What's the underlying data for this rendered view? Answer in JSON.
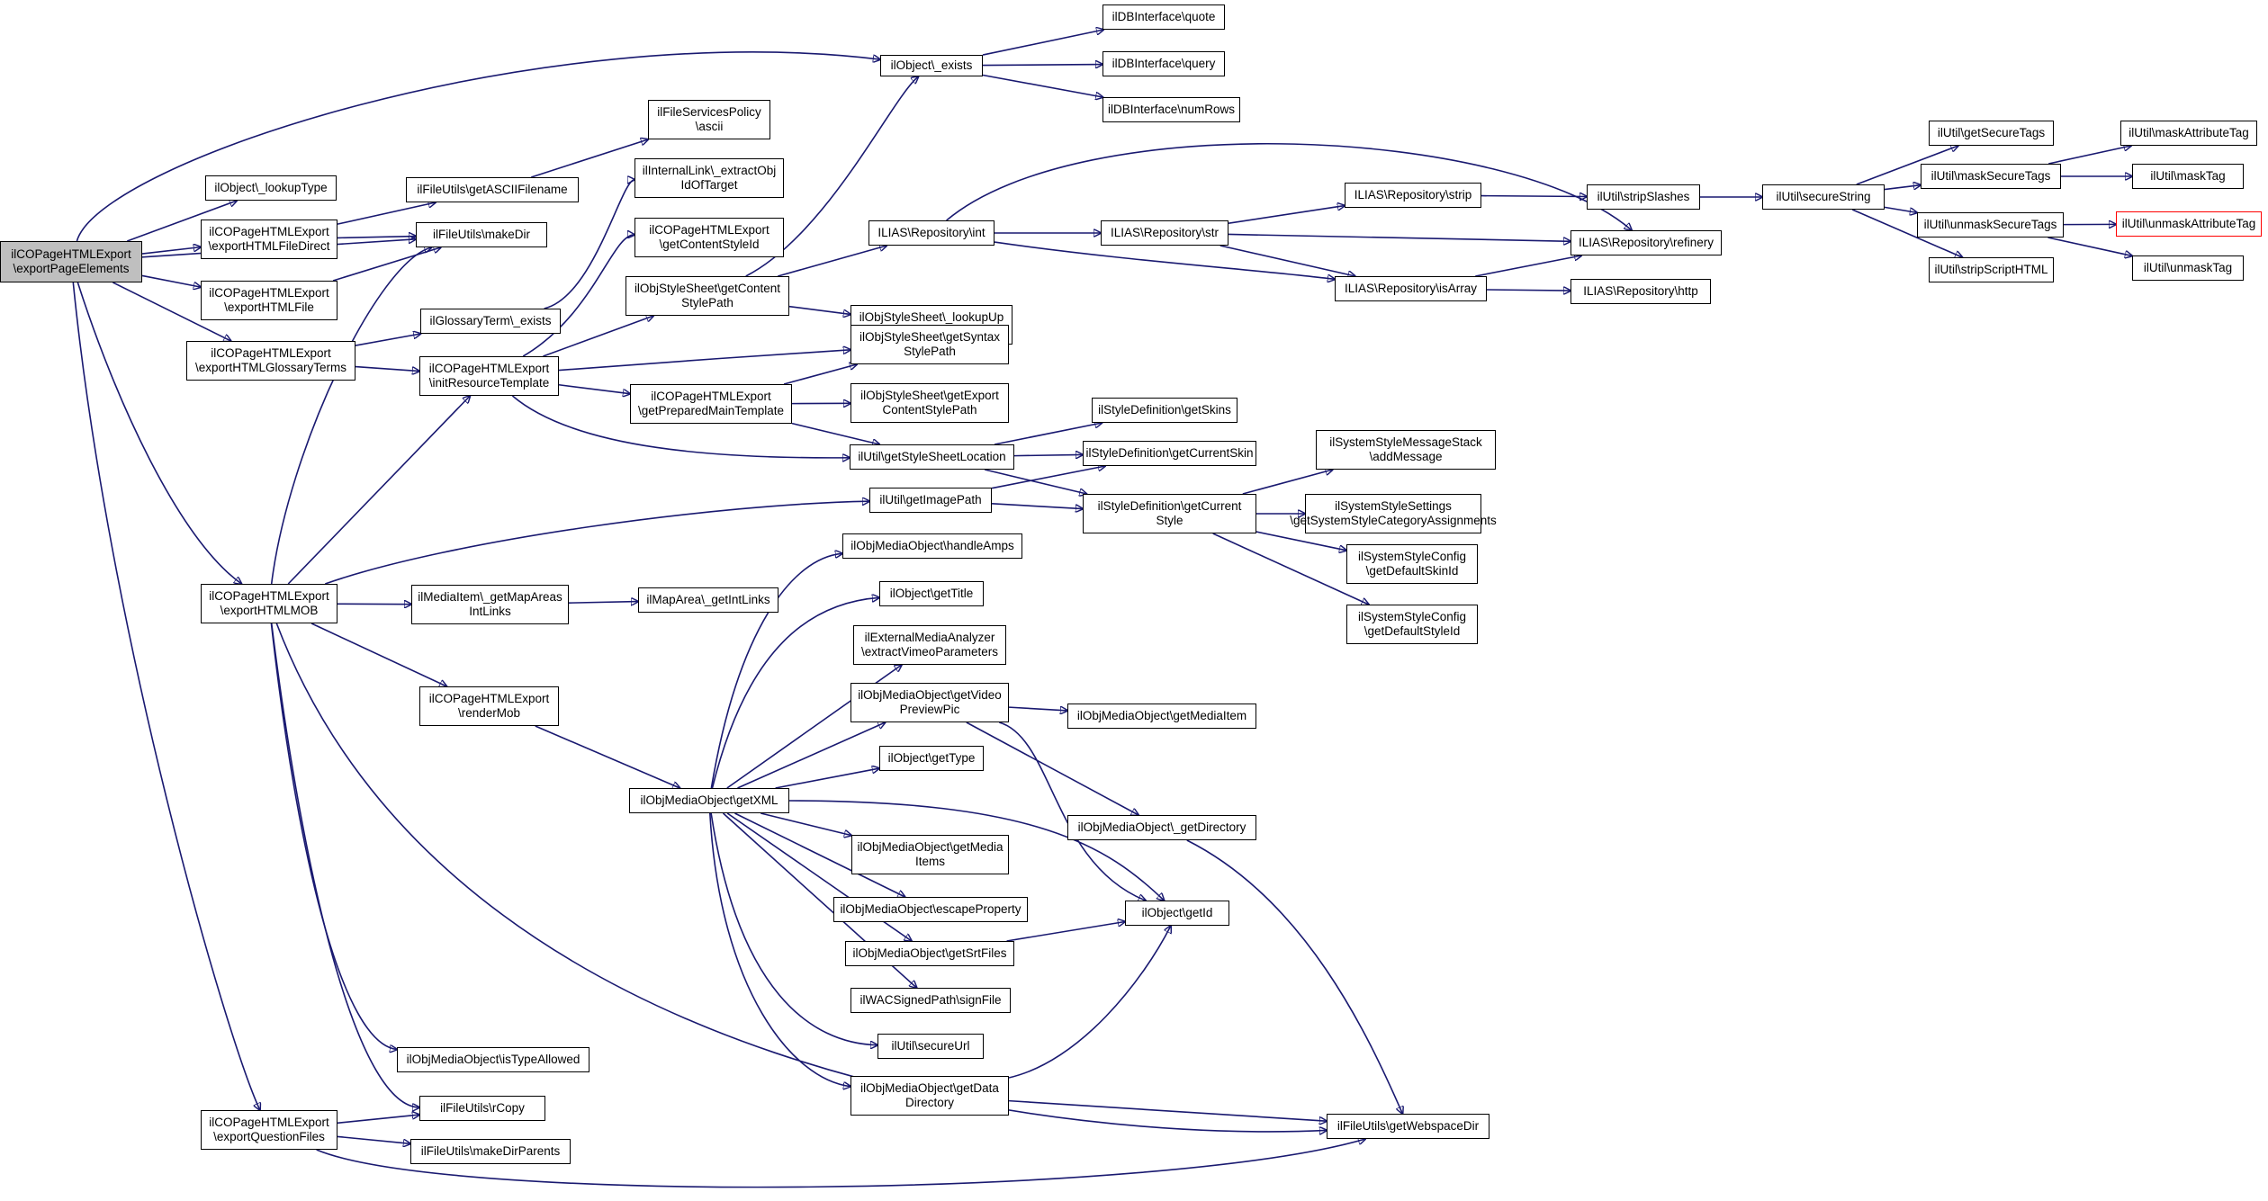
{
  "diagram": {
    "type": "call-graph",
    "edge_color": "#191970",
    "root_fill": "#bfbfbf",
    "missing_border": "#ff0000",
    "nodes": [
      {
        "id": "root",
        "label": "ilCOPageHTMLExport\n\\exportPageElements",
        "root": true
      },
      {
        "id": "objExists",
        "label": "ilObject\\_exists"
      },
      {
        "id": "dbQuote",
        "label": "ilDBInterface\\quote"
      },
      {
        "id": "dbQuery",
        "label": "ilDBInterface\\query"
      },
      {
        "id": "dbNumRows",
        "label": "ilDBInterface\\numRows"
      },
      {
        "id": "lookupType",
        "label": "ilObject\\_lookupType"
      },
      {
        "id": "expFileDirect",
        "label": "ilCOPageHTMLExport\n\\exportHTMLFileDirect"
      },
      {
        "id": "getAscii",
        "label": "ilFileUtils\\getASCIIFilename"
      },
      {
        "id": "fspAscii",
        "label": "ilFileServicesPolicy\n\\ascii"
      },
      {
        "id": "makeDir",
        "label": "ilFileUtils\\makeDir"
      },
      {
        "id": "expFile",
        "label": "ilCOPageHTMLExport\n\\exportHTMLFile"
      },
      {
        "id": "expGloss",
        "label": "ilCOPageHTMLExport\n\\exportHTMLGlossaryTerms"
      },
      {
        "id": "glossExists",
        "label": "ilGlossaryTerm\\_exists"
      },
      {
        "id": "intLink",
        "label": "ilInternalLink\\_extractObj\nIdOfTarget"
      },
      {
        "id": "initRes",
        "label": "ilCOPageHTMLExport\n\\initResourceTemplate"
      },
      {
        "id": "getContentStyleId",
        "label": "ilCOPageHTMLExport\n\\getContentStyleId"
      },
      {
        "id": "getContentStylePath",
        "label": "ilObjStyleSheet\\getContent\nStylePath"
      },
      {
        "id": "lookupUpToDate",
        "label": "ilObjStyleSheet\\_lookupUp\nToDate"
      },
      {
        "id": "repoInt",
        "label": "ILIAS\\Repository\\int"
      },
      {
        "id": "repoStr",
        "label": "ILIAS\\Repository\\str"
      },
      {
        "id": "repoStrip",
        "label": "ILIAS\\Repository\\strip"
      },
      {
        "id": "stripSlashes",
        "label": "ilUtil\\stripSlashes"
      },
      {
        "id": "secureString",
        "label": "ilUtil\\secureString"
      },
      {
        "id": "getSecureTags",
        "label": "ilUtil\\getSecureTags"
      },
      {
        "id": "maskSecureTags",
        "label": "ilUtil\\maskSecureTags"
      },
      {
        "id": "maskAttrTag",
        "label": "ilUtil\\maskAttributeTag"
      },
      {
        "id": "maskTag",
        "label": "ilUtil\\maskTag"
      },
      {
        "id": "unmaskSecureTags",
        "label": "ilUtil\\unmaskSecureTags"
      },
      {
        "id": "unmaskAttrTag",
        "label": "ilUtil\\unmaskAttributeTag",
        "missing": true
      },
      {
        "id": "unmaskTag",
        "label": "ilUtil\\unmaskTag"
      },
      {
        "id": "stripScript",
        "label": "ilUtil\\stripScriptHTML"
      },
      {
        "id": "refinery",
        "label": "ILIAS\\Repository\\refinery"
      },
      {
        "id": "isArray",
        "label": "ILIAS\\Repository\\isArray"
      },
      {
        "id": "http",
        "label": "ILIAS\\Repository\\http"
      },
      {
        "id": "syntaxStyle",
        "label": "ilObjStyleSheet\\getSyntax\nStylePath"
      },
      {
        "id": "prepMain",
        "label": "ilCOPageHTMLExport\n\\getPreparedMainTemplate"
      },
      {
        "id": "exportContentStyle",
        "label": "ilObjStyleSheet\\getExport\nContentStylePath"
      },
      {
        "id": "getSkins",
        "label": "ilStyleDefinition\\getSkins"
      },
      {
        "id": "styleLoc",
        "label": "ilUtil\\getStyleSheetLocation"
      },
      {
        "id": "curSkin",
        "label": "ilStyleDefinition\\getCurrentSkin"
      },
      {
        "id": "msgStack",
        "label": "ilSystemStyleMessageStack\n\\addMessage"
      },
      {
        "id": "imagePath",
        "label": "ilUtil\\getImagePath"
      },
      {
        "id": "curStyle",
        "label": "ilStyleDefinition\\getCurrent\nStyle"
      },
      {
        "id": "catAssign",
        "label": "ilSystemStyleSettings\n\\getSystemStyleCategoryAssignments"
      },
      {
        "id": "defSkin",
        "label": "ilSystemStyleConfig\n\\getDefaultSkinId"
      },
      {
        "id": "defStyle",
        "label": "ilSystemStyleConfig\n\\getDefaultStyleId"
      },
      {
        "id": "handleAmps",
        "label": "ilObjMediaObject\\handleAmps"
      },
      {
        "id": "expMob",
        "label": "ilCOPageHTMLExport\n\\exportHTMLMOB"
      },
      {
        "id": "mapAreas",
        "label": "ilMediaItem\\_getMapAreas\nIntLinks"
      },
      {
        "id": "mapArea",
        "label": "ilMapArea\\_getIntLinks"
      },
      {
        "id": "getTitle",
        "label": "ilObject\\getTitle"
      },
      {
        "id": "vimeo",
        "label": "ilExternalMediaAnalyzer\n\\extractVimeoParameters"
      },
      {
        "id": "renderMob",
        "label": "ilCOPageHTMLExport\n\\renderMob"
      },
      {
        "id": "videoPreview",
        "label": "ilObjMediaObject\\getVideo\nPreviewPic"
      },
      {
        "id": "getMediaItem",
        "label": "ilObjMediaObject\\getMediaItem"
      },
      {
        "id": "getType",
        "label": "ilObject\\getType"
      },
      {
        "id": "getXML",
        "label": "ilObjMediaObject\\getXML"
      },
      {
        "id": "getDirectory",
        "label": "ilObjMediaObject\\_getDirectory"
      },
      {
        "id": "mediaItems",
        "label": "ilObjMediaObject\\getMedia\nItems"
      },
      {
        "id": "escapeProp",
        "label": "ilObjMediaObject\\escapeProperty"
      },
      {
        "id": "getId",
        "label": "ilObject\\getId"
      },
      {
        "id": "srtFiles",
        "label": "ilObjMediaObject\\getSrtFiles"
      },
      {
        "id": "signFile",
        "label": "ilWACSignedPath\\signFile"
      },
      {
        "id": "secureUrl",
        "label": "ilUtil\\secureUrl"
      },
      {
        "id": "isTypeAllowed",
        "label": "ilObjMediaObject\\isTypeAllowed"
      },
      {
        "id": "dataDir",
        "label": "ilObjMediaObject\\getData\nDirectory"
      },
      {
        "id": "rCopy",
        "label": "ilFileUtils\\rCopy"
      },
      {
        "id": "webspaceDir",
        "label": "ilFileUtils\\getWebspaceDir"
      },
      {
        "id": "expQuestion",
        "label": "ilCOPageHTMLExport\n\\exportQuestionFiles"
      },
      {
        "id": "makeDirParents",
        "label": "ilFileUtils\\makeDirParents"
      }
    ]
  }
}
